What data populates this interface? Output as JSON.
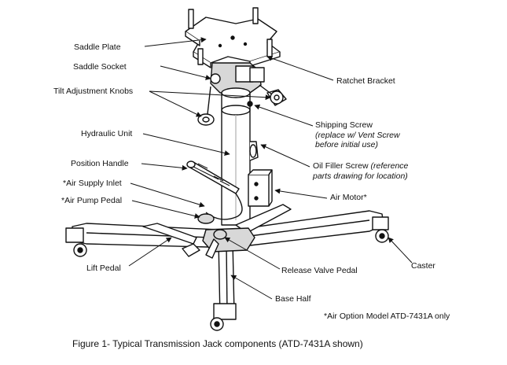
{
  "labels": {
    "saddle_plate": "Saddle Plate",
    "saddle_socket": "Saddle Socket",
    "tilt_knobs": "Tilt Adjustment Knobs",
    "hydraulic_unit": "Hydraulic Unit",
    "position_handle": "Position Handle",
    "air_supply_inlet": "*Air Supply Inlet",
    "air_pump_pedal": "*Air Pump Pedal",
    "lift_pedal": "Lift Pedal",
    "ratchet_bracket": "Ratchet Bracket",
    "shipping_screw": "Shipping Screw",
    "shipping_screw_note_1": "(replace w/ Vent Screw",
    "shipping_screw_note_2": "before initial use)",
    "oil_filler_screw": "Oil Filler Screw",
    "oil_filler_note_1": "(reference",
    "oil_filler_note_2": "parts drawing for location)",
    "air_motor": "Air Motor*",
    "caster": "Caster",
    "release_valve_pedal": "Release Valve Pedal",
    "base_half": "Base Half",
    "air_option_note": "*Air Option Model ATD-7431A only"
  },
  "caption": "Figure 1- Typical Transmission Jack components (ATD-7431A shown)",
  "colors": {
    "line": "#111111",
    "background": "#ffffff",
    "shade": "#d8d8d8"
  }
}
